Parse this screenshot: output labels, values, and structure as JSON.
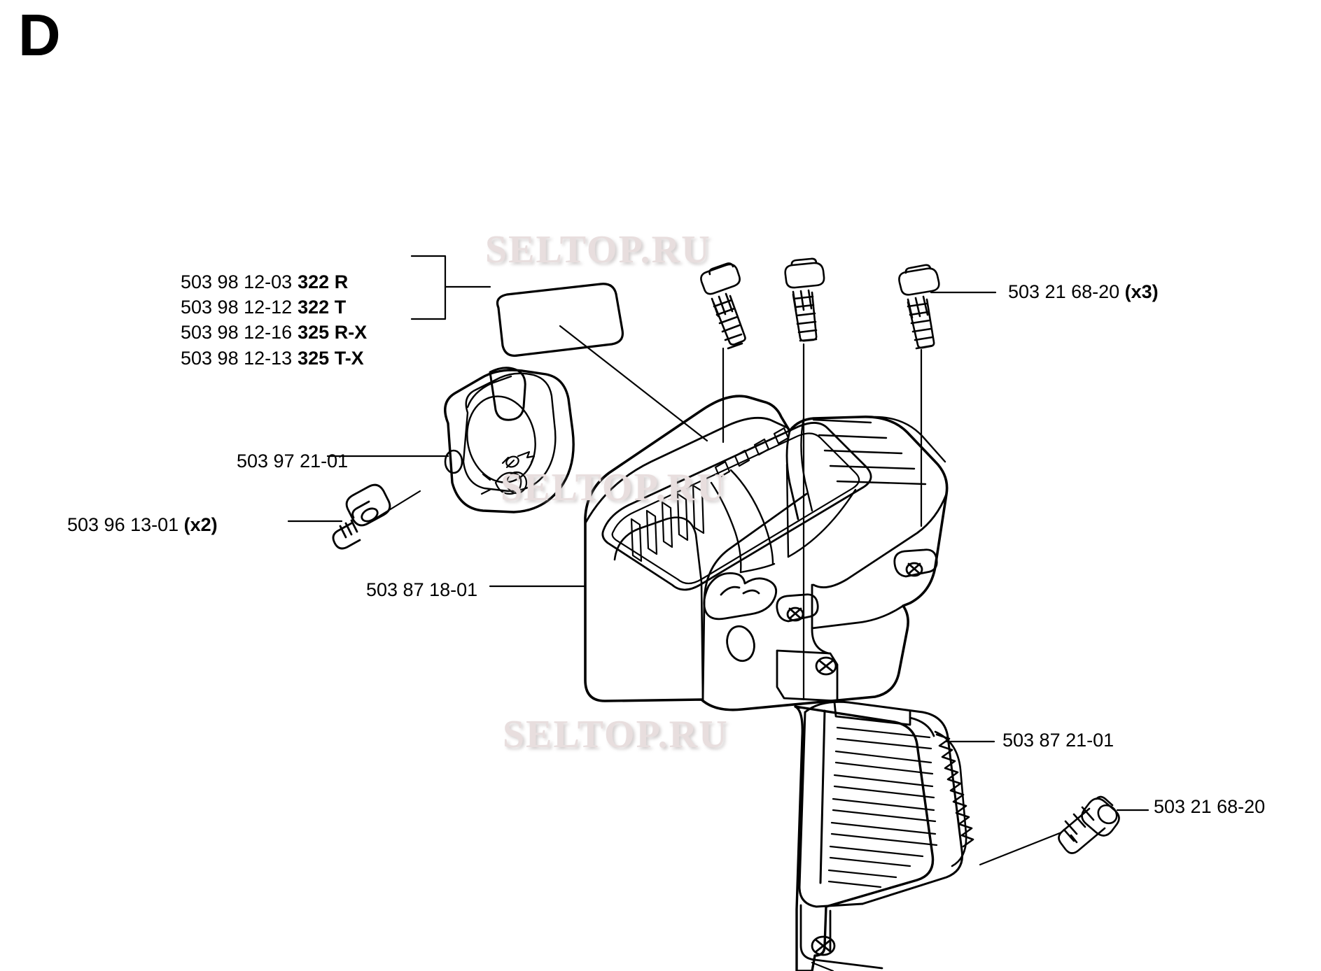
{
  "page": {
    "section_letter": "D",
    "watermark": "SELTOP.RU",
    "ink_color": "#000000",
    "background_color": "#ffffff",
    "watermark_color": "#e8dede"
  },
  "variant_table": {
    "rows": [
      {
        "part_number": "503 98 12-03",
        "model": "322 R"
      },
      {
        "part_number": "503 98 12-12",
        "model": "322 T"
      },
      {
        "part_number": "503 98 12-16",
        "model": "325 R-X"
      },
      {
        "part_number": "503 98 12-13",
        "model": "325 T-X"
      }
    ]
  },
  "callouts": [
    {
      "id": "decal",
      "part_number": "503 98 12-03",
      "qty": ""
    },
    {
      "id": "throttle-housing-cover",
      "part_number": "503 97 21-01",
      "qty": ""
    },
    {
      "id": "screw-small",
      "part_number": "503 96 13-01",
      "qty": "(x2)"
    },
    {
      "id": "cylinder-cover",
      "part_number": "503 87 18-01",
      "qty": ""
    },
    {
      "id": "screw-top",
      "part_number": "503 21 68-20",
      "qty": "(x3)"
    },
    {
      "id": "air-guide",
      "part_number": "503 87 21-01",
      "qty": ""
    },
    {
      "id": "screw-bottom",
      "part_number": "503 21 68-20",
      "qty": ""
    }
  ],
  "labels": {
    "throttle_housing": "503 97 21-01",
    "screw_small": "503 96 13-01",
    "screw_small_qty": "(x2)",
    "cylinder_cover": "503 87 18-01",
    "screw_top": "503 21 68-20",
    "screw_top_qty": "(x3)",
    "air_guide": "503 87 21-01",
    "screw_bottom": "503 21 68-20"
  }
}
